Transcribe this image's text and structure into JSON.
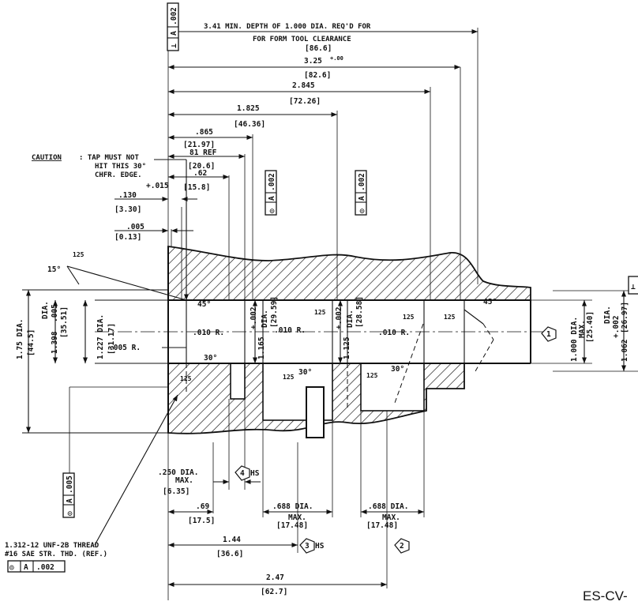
{
  "drawing_id": "ES-CV-",
  "notes": {
    "form_tool_line1": "3.41  MIN. DEPTH OF 1.000 DIA. REQ'D FOR",
    "form_tool_line2": "FOR FORM TOOL CLEARANCE",
    "form_tool_mm": "[86.6]",
    "caution_label": "CAUTION",
    "caution_line1": ": TAP MUST NOT",
    "caution_line2": "HIT THIS 30°",
    "caution_line3": "CHFR. EDGE.",
    "thread_line1": "1.312-12 UNF-2B THREAD",
    "thread_line2": "#16 SAE STR. THD. (REF.)"
  },
  "dimensions": {
    "d325": "3.25",
    "d325_tol": "+.00",
    "d325_mm": "[82.6]",
    "d2845": "2.845",
    "d2845_mm": "[72.26]",
    "d1825": "1.825",
    "d1825_mm": "[46.36]",
    "d865": ".865",
    "d865_mm": "[21.97]",
    "d81ref": "81 REF",
    "d81ref_mm": "[20.6]",
    "d62": ".62",
    "d62_tol": "+.015",
    "d62_mm": "[15.8]",
    "d130": ".130",
    "d130_mm": "[3.30]",
    "d005": ".005",
    "d005_mm": "[0.13]",
    "ang15": "15°",
    "f125a": "125",
    "ang45a": "45°",
    "ang45b": "45°",
    "r010a": ".010 R.",
    "r010b": ".010 R.",
    "r010c": ".010 R.",
    "f125b": "125",
    "f125c": "125",
    "f125d": "125",
    "f125e": "125",
    "f125f": "125",
    "f125g": "125",
    "r005": ".005 R.",
    "ang30a": "30°",
    "ang30b": "30°",
    "ang30c": "30°",
    "dia175": "1.75 DIA.",
    "dia175_mm": "[44.5]",
    "dia1398": "1.398",
    "dia1398_tol": ".005",
    "dia1398_unit": "DIA.",
    "dia1398_mm": "[35.51]",
    "dia1227": "1.227 DIA.",
    "dia1227_mm": "[31.17]",
    "dia1165": "1.165",
    "dia1165_tol": "+.002",
    "dia1165_unit": "DIA.",
    "dia1165_mm": "[29.59]",
    "dia1125": "1.125",
    "dia1125_tol": "+.002",
    "dia1125_unit": "DIA.",
    "dia1125_mm": "[28.58]",
    "dia1000": "1.000 DIA.",
    "dia1000_max": "MAX.",
    "dia1000_mm": "[25.40]",
    "dia1062": "1.062",
    "dia1062_tol": "+.002",
    "dia1062_unit": "DIA.",
    "dia1062_mm": "[26.97]",
    "dia250": ".250 DIA.",
    "dia250_max": "MAX.",
    "dia250_mm": "[6.35]",
    "d69": ".69",
    "d69_mm": "[17.5]",
    "dia688a": ".688 DIA.",
    "dia688a_max": "MAX.",
    "dia688a_mm": "[17.48]",
    "dia688b": ".688 DIA.",
    "dia688b_max": "MAX.",
    "dia688b_mm": "[17.48]",
    "d144": "1.44",
    "d144_mm": "[36.6]",
    "d247": "2.47",
    "d247_mm": "[62.7]"
  },
  "frames": {
    "top_sym": "⊥",
    "top_datum": "A",
    "top_tol": ".002",
    "mid1_sym": "◎",
    "mid1_datum": "A",
    "mid1_tol": ".002",
    "mid2_sym": "◎",
    "mid2_datum": "A",
    "mid2_tol": ".002",
    "left_sym": "◎",
    "left_datum": "A",
    "left_tol": ".005",
    "bottom_sym": "◎",
    "bottom_datum": "A",
    "bottom_tol": ".002",
    "right_sym": "⊥"
  },
  "callouts": {
    "c1": "1",
    "c2": "2",
    "c3": "3",
    "c3_suffix": "HS",
    "c4": "4",
    "c4_suffix": "HS"
  }
}
